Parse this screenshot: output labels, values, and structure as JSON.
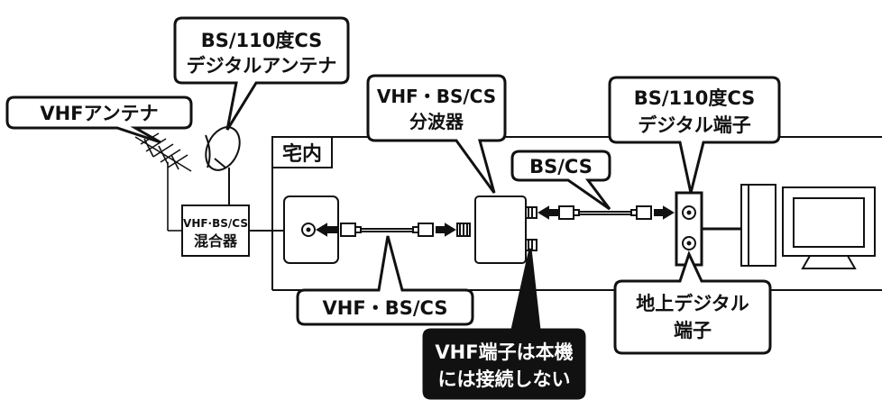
{
  "labels": {
    "vhf_antenna": "VHFアンテナ",
    "bs_antenna_line1": "BS/110度CS",
    "bs_antenna_line2": "デジタルアンテナ",
    "indoor": "宅内",
    "mixer_line1": "VHF·BS/CS",
    "mixer_line2": "混合器",
    "splitter_line1": "VHF・BS/CS",
    "splitter_line2": "分波器",
    "bs_cs_cable": "BS/CS",
    "bs_terminal_line1": "BS/110度CS",
    "bs_terminal_line2": "デジタル端子",
    "vhf_bs_cs_cable": "VHF・BS/CS",
    "terrestrial_line1": "地上デジタル",
    "terrestrial_line2": "端子",
    "warning_line1": "VHF端子は本機",
    "warning_line2": "には接続しない"
  },
  "colors": {
    "line": "#111111",
    "callout_fill": "#ffffff",
    "warning_fill": "#111111"
  }
}
